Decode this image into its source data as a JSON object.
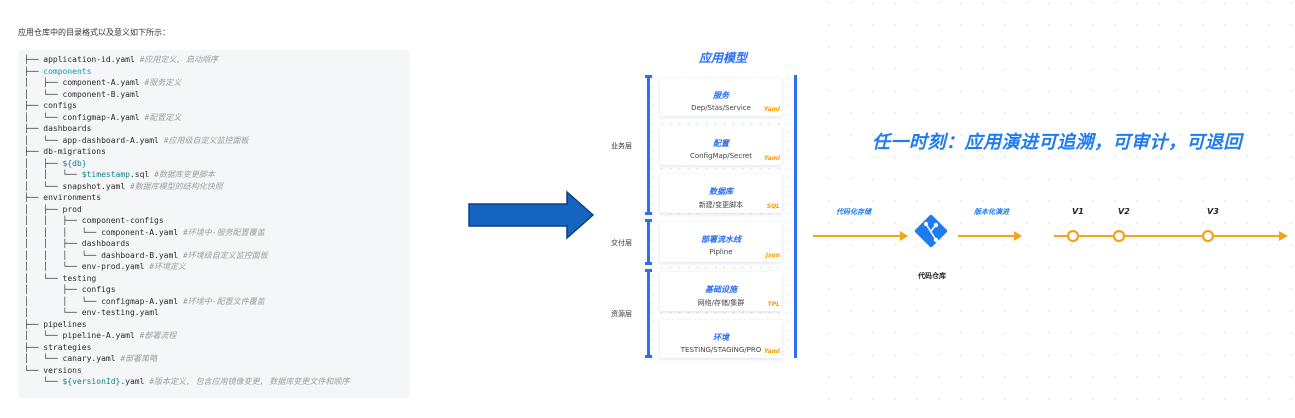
{
  "intro": "应用仓库中的目录格式以及意义如下所示：",
  "tree": [
    [
      {
        "t": "├── application-id.yaml "
      },
      {
        "t": "#应用定义, 启动顺序",
        "c": "cmt"
      }
    ],
    [
      {
        "t": "├── "
      },
      {
        "t": "components",
        "c": "cyan"
      }
    ],
    [
      {
        "t": "│   ├── component-A.yaml "
      },
      {
        "t": "#服务定义",
        "c": "cmt"
      }
    ],
    [
      {
        "t": "│   └── component-B.yaml"
      }
    ],
    [
      {
        "t": "├── configs"
      }
    ],
    [
      {
        "t": "│   └── configmap-A.yaml "
      },
      {
        "t": "#配置定义",
        "c": "cmt"
      }
    ],
    [
      {
        "t": "├── dashboards"
      }
    ],
    [
      {
        "t": "│   └── app-dashboard-A.yaml "
      },
      {
        "t": "#应用级自定义监控面板",
        "c": "cmt"
      }
    ],
    [
      {
        "t": "├── db-migrations"
      }
    ],
    [
      {
        "t": "│   ├── "
      },
      {
        "t": "${db}",
        "c": "var"
      }
    ],
    [
      {
        "t": "│   │   └── "
      },
      {
        "t": "$timestamp",
        "c": "var"
      },
      {
        "t": ".sql "
      },
      {
        "t": "#数据库变更脚本",
        "c": "cmt"
      }
    ],
    [
      {
        "t": "│   └── snapshot.yaml "
      },
      {
        "t": "#数据库模型的结构化快照",
        "c": "cmt"
      }
    ],
    [
      {
        "t": "├── environments"
      }
    ],
    [
      {
        "t": "│   ├── prod"
      }
    ],
    [
      {
        "t": "│   │   ├── component-configs"
      }
    ],
    [
      {
        "t": "│   │   │   └── component-A.yaml "
      },
      {
        "t": "#环境中-服务配置覆盖",
        "c": "cmt"
      }
    ],
    [
      {
        "t": "│   │   ├── dashboards"
      }
    ],
    [
      {
        "t": "│   │   │   └── dashboard-B.yaml "
      },
      {
        "t": "#环境级自定义监控面板",
        "c": "cmt"
      }
    ],
    [
      {
        "t": "│   │   └── env-prod.yaml "
      },
      {
        "t": "#环境定义",
        "c": "cmt"
      }
    ],
    [
      {
        "t": "│   └── testing"
      }
    ],
    [
      {
        "t": "│       ├── configs"
      }
    ],
    [
      {
        "t": "│       │   └── configmap-A.yaml "
      },
      {
        "t": "#环境中-配置文件覆盖",
        "c": "cmt"
      }
    ],
    [
      {
        "t": "│       └── env-testing.yaml"
      }
    ],
    [
      {
        "t": "├── pipelines"
      }
    ],
    [
      {
        "t": "│   └── pipeline-A.yaml "
      },
      {
        "t": "#部署流程",
        "c": "cmt"
      }
    ],
    [
      {
        "t": "├── strategies"
      }
    ],
    [
      {
        "t": "│   └── canary.yaml "
      },
      {
        "t": "#部署策略",
        "c": "cmt"
      }
    ],
    [
      {
        "t": "└── versions"
      }
    ],
    [
      {
        "t": "    └── "
      },
      {
        "t": "${versionId}",
        "c": "var"
      },
      {
        "t": ".yaml "
      },
      {
        "t": "#版本定义, 包含应用镜像变更, 数据库变更文件和顺序",
        "c": "cmt"
      }
    ]
  ],
  "model": {
    "title": "应用模型",
    "layers": [
      "业务层",
      "交付层",
      "资源层"
    ],
    "cards": [
      {
        "title": "服务",
        "sub": "Dep/Stas/Service",
        "tag": "Yaml"
      },
      {
        "title": "配置",
        "sub": "ConfigMap/Secret",
        "tag": "Yaml"
      },
      {
        "title": "数据库",
        "sub": "新建/变更脚本",
        "tag": "SQL"
      },
      {
        "title": "部署流水线",
        "sub": "Pipline",
        "tag": "Json"
      },
      {
        "title": "基础设施",
        "sub": "网络/存储/集群",
        "tag": "TPL"
      },
      {
        "title": "环境",
        "sub": "TESTING/STAGING/PRO",
        "tag": "Yaml"
      }
    ]
  },
  "flow": {
    "slogan": "任一时刻：应用演进可追溯，可审计，可退回",
    "label_left": "代码化存储",
    "label_right": "版本化演进",
    "repo": "代码仓库",
    "versions": [
      "V1",
      "V2",
      "V3"
    ],
    "colors": {
      "orange": "#f7a21b",
      "blue": "#1f7bf0",
      "arrow": "#1565c0"
    }
  }
}
